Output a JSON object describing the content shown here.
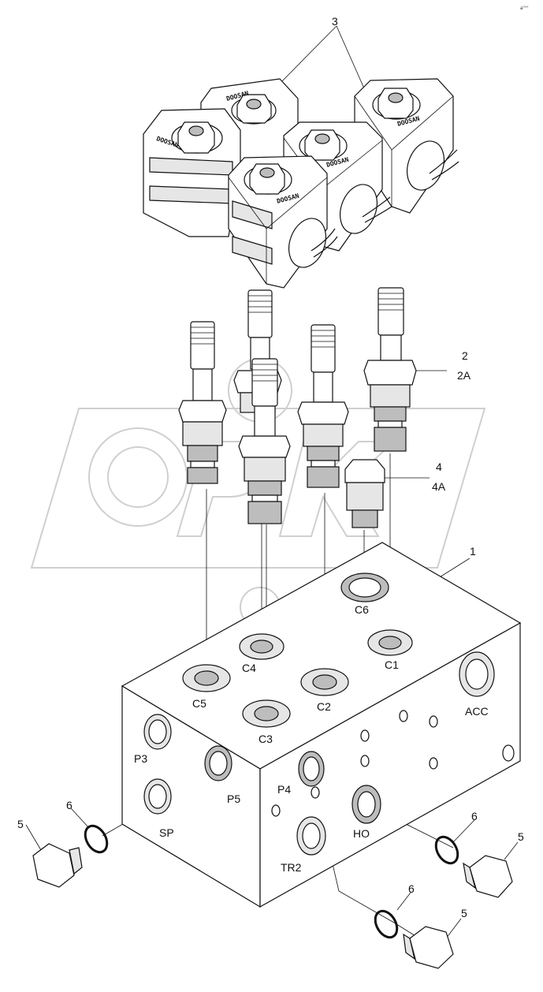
{
  "corner_mark": "a°°°",
  "brand_text": "DOOSAN",
  "callouts": {
    "c1": "1",
    "c2": "2",
    "c2a": "2A",
    "c3": "3",
    "c4": "4",
    "c4a": "4A",
    "c5a": "5",
    "c5b": "5",
    "c5c": "5",
    "c6a": "6",
    "c6b": "6",
    "c6c": "6"
  },
  "ports": {
    "C1": "C1",
    "C2": "C2",
    "C3": "C3",
    "C4": "C4",
    "C5": "C5",
    "C6": "C6",
    "ACC": "ACC",
    "P3": "P3",
    "P4": "P4",
    "P5": "P5",
    "SP": "SP",
    "HO": "HO",
    "TR2": "TR2"
  }
}
